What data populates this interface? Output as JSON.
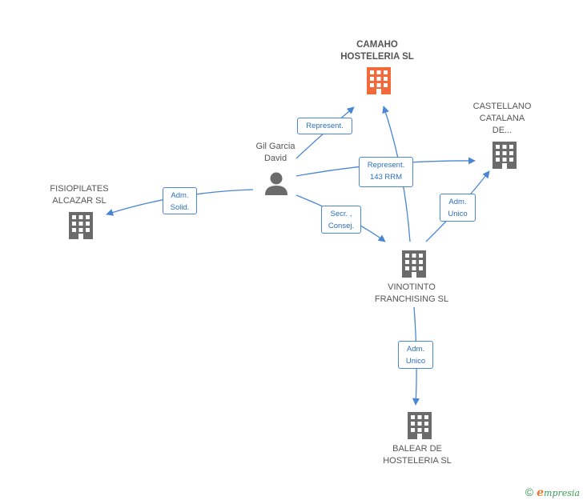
{
  "nodes": {
    "camaho": {
      "label": "CAMAHO\nHOSTELERIA SL",
      "color": "#f26a3c"
    },
    "castellano": {
      "label": "CASTELLANO\nCATALANA\nDE...",
      "color": "#6b6b6b"
    },
    "gil": {
      "label": "Gil Garcia\nDavid",
      "color": "#6b6b6b"
    },
    "fisiopilates": {
      "label": "FISIOPILATES\nALCAZAR SL",
      "color": "#6b6b6b"
    },
    "vinotinto": {
      "label": "VINOTINTO\nFRANCHISING SL",
      "color": "#6b6b6b"
    },
    "balear": {
      "label": "BALEAR DE\nHOSTELERIA SL",
      "color": "#6b6b6b"
    }
  },
  "edges": {
    "gil_camaho": "Represent.",
    "gil_castellano": "Represent.\n143 RRM",
    "gil_fisiopilates": "Adm.\nSolid.",
    "gil_vinotinto": "Secr. ,\nConsej.",
    "vinotinto_castellano": "Adm.\nUnico",
    "vinotinto_balear": "Adm.\nUnico"
  },
  "edge_color": "#4a86d4",
  "footer": {
    "copyright": "©",
    "brand_e": "e",
    "brand_rest": "mpresia"
  }
}
